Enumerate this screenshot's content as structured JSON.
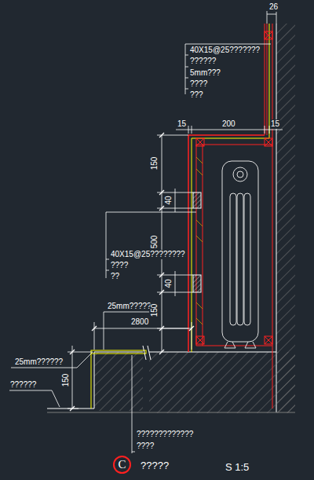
{
  "diagram": {
    "nodes": [
      {
        "text": [
          "C"
        ]
      }
    ],
    "labels": [
      "26",
      "40X15@25???????",
      "??????",
      "5mm???",
      "????",
      "???",
      "15",
      "200",
      "15",
      "150",
      "40",
      "500",
      "40",
      "40X15@25????????",
      "????",
      "??",
      "25mm?????",
      "150",
      "2800",
      "25mm??????",
      "150",
      "??????",
      "?????????????",
      "????",
      "?????",
      "S 1:5"
    ]
  }
}
